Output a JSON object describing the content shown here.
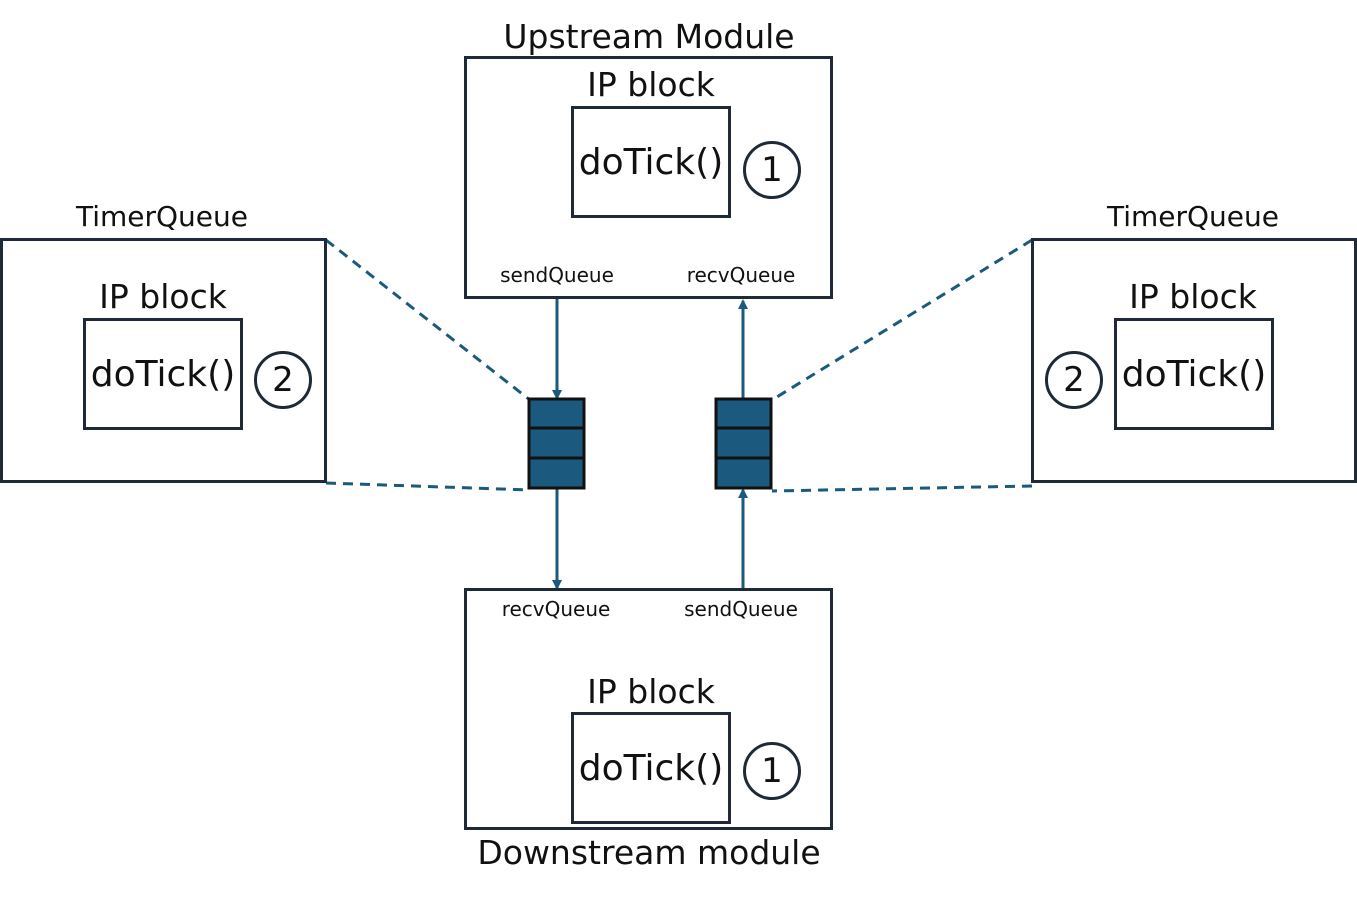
{
  "upstream": {
    "title": "Upstream Module",
    "ip_block_label": "IP block",
    "function_label": "doTick()",
    "order_marker": "1",
    "send_queue_label": "sendQueue",
    "recv_queue_label": "recvQueue"
  },
  "downstream": {
    "title": "Downstream module",
    "ip_block_label": "IP block",
    "function_label": "doTick()",
    "order_marker": "1",
    "recv_queue_label": "recvQueue",
    "send_queue_label": "sendQueue"
  },
  "timer_queue_left": {
    "title": "TimerQueue",
    "ip_block_label": "IP block",
    "function_label": "doTick()",
    "order_marker": "2"
  },
  "timer_queue_right": {
    "title": "TimerQueue",
    "ip_block_label": "IP block",
    "function_label": "doTick()",
    "order_marker": "2"
  },
  "colors": {
    "queue_fill": "#1b5a7e",
    "connector": "#1b5a7e",
    "box_border": "#1e2a38"
  }
}
